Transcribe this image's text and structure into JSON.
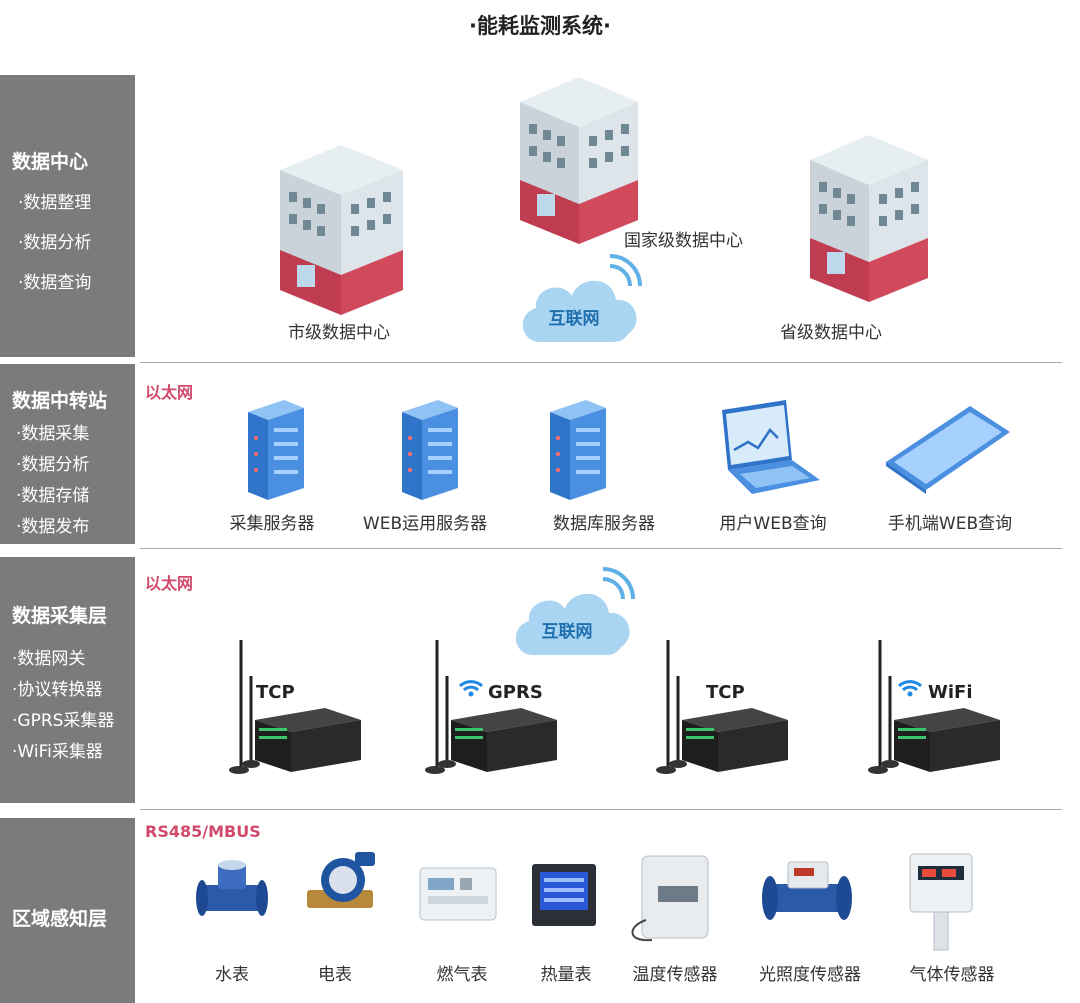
{
  "title": "·能耗监测系统·",
  "layers": [
    {
      "name": "数据中心",
      "items": [
        "·数据整理",
        "·数据分析",
        "·数据查询"
      ]
    },
    {
      "name": "数据中转站",
      "items": [
        "·数据采集",
        "·数据分析",
        "·数据存储",
        "·数据发布"
      ]
    },
    {
      "name": "数据采集层",
      "items": [
        "·数据网关",
        "·协议转换器",
        "·GPRS采集器",
        "·WiFi采集器"
      ]
    },
    {
      "name": "区域感知层",
      "items": []
    }
  ],
  "datacenter": {
    "city": "市级数据中心",
    "national": "国家级数据中心",
    "province": "省级数据中心",
    "cloud": "互联网"
  },
  "transfer": {
    "protocol": "以太网",
    "devices": [
      "采集服务器",
      "WEB运用服务器",
      "数据库服务器",
      "用户WEB查询",
      "手机端WEB查询"
    ]
  },
  "collect": {
    "protocol": "以太网",
    "cloud": "互联网",
    "gateways": [
      "TCP",
      "GPRS",
      "TCP",
      "WiFi"
    ]
  },
  "sense": {
    "protocol": "RS485/MBUS",
    "devices": [
      "水表",
      "电表",
      "燃气表",
      "热量表",
      "温度传感器",
      "光照度传感器",
      "气体传感器"
    ]
  },
  "colors": {
    "sidebar": "#7b7b7b",
    "protocol": "#d14a6b",
    "cloud": "#a9d4f2",
    "building_red": "#d04a5c",
    "server_blue": "#4a8fe0"
  }
}
